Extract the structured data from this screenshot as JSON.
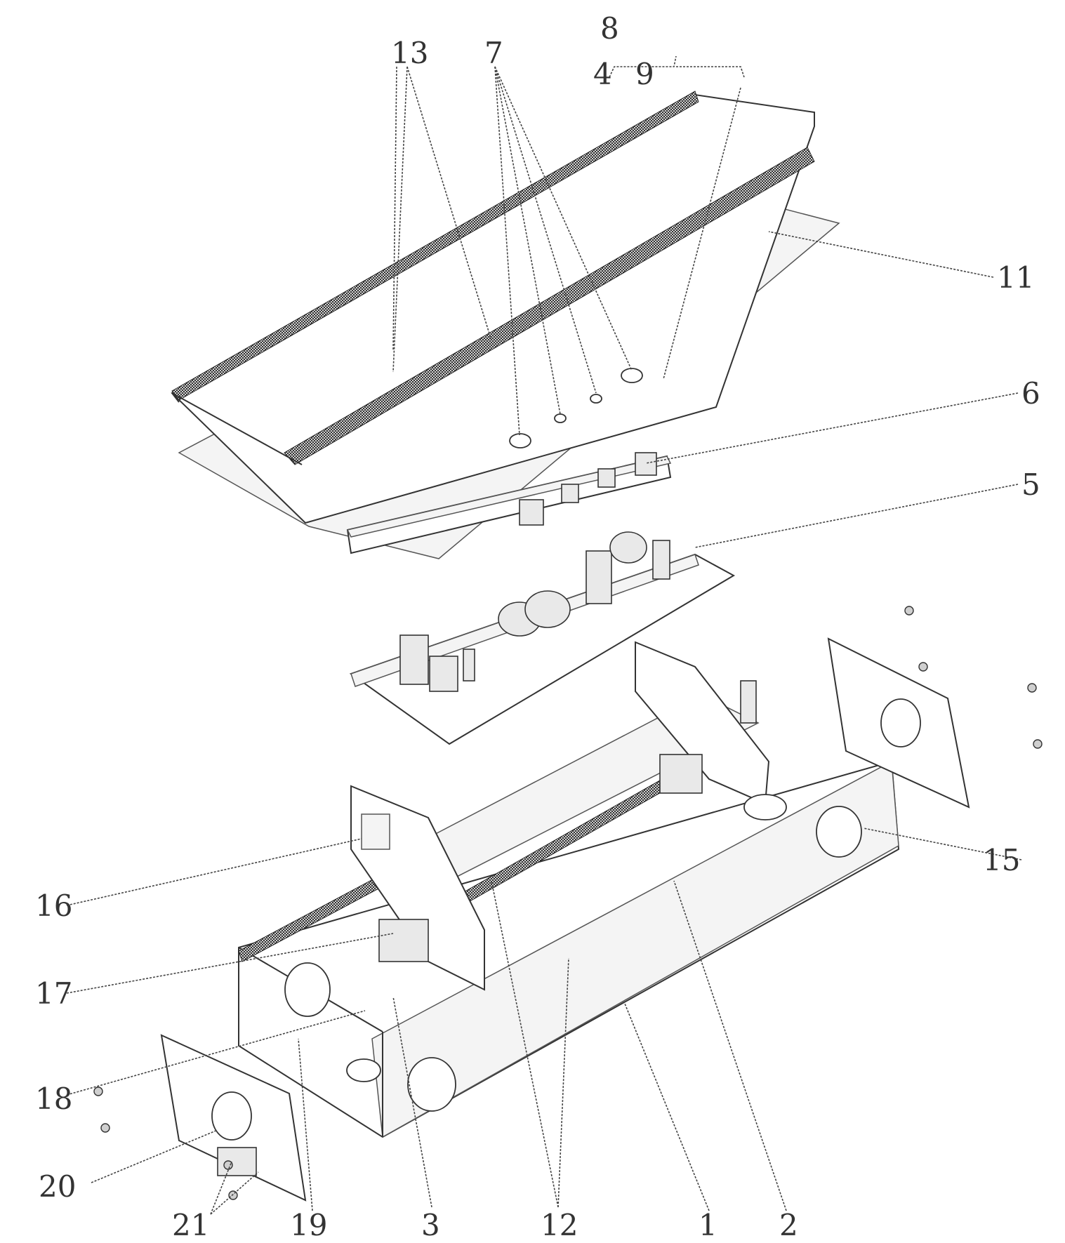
{
  "labels": {
    "l1": "1",
    "l2": "2",
    "l3": "3",
    "l4": "4",
    "l5": "5",
    "l6": "6",
    "l7": "7",
    "l8": "8",
    "l9": "9",
    "l11": "11",
    "l12": "12",
    "l13": "13",
    "l15": "15",
    "l16": "16",
    "l17": "17",
    "l18": "18",
    "l19": "19",
    "l20": "20",
    "l21": "21"
  }
}
